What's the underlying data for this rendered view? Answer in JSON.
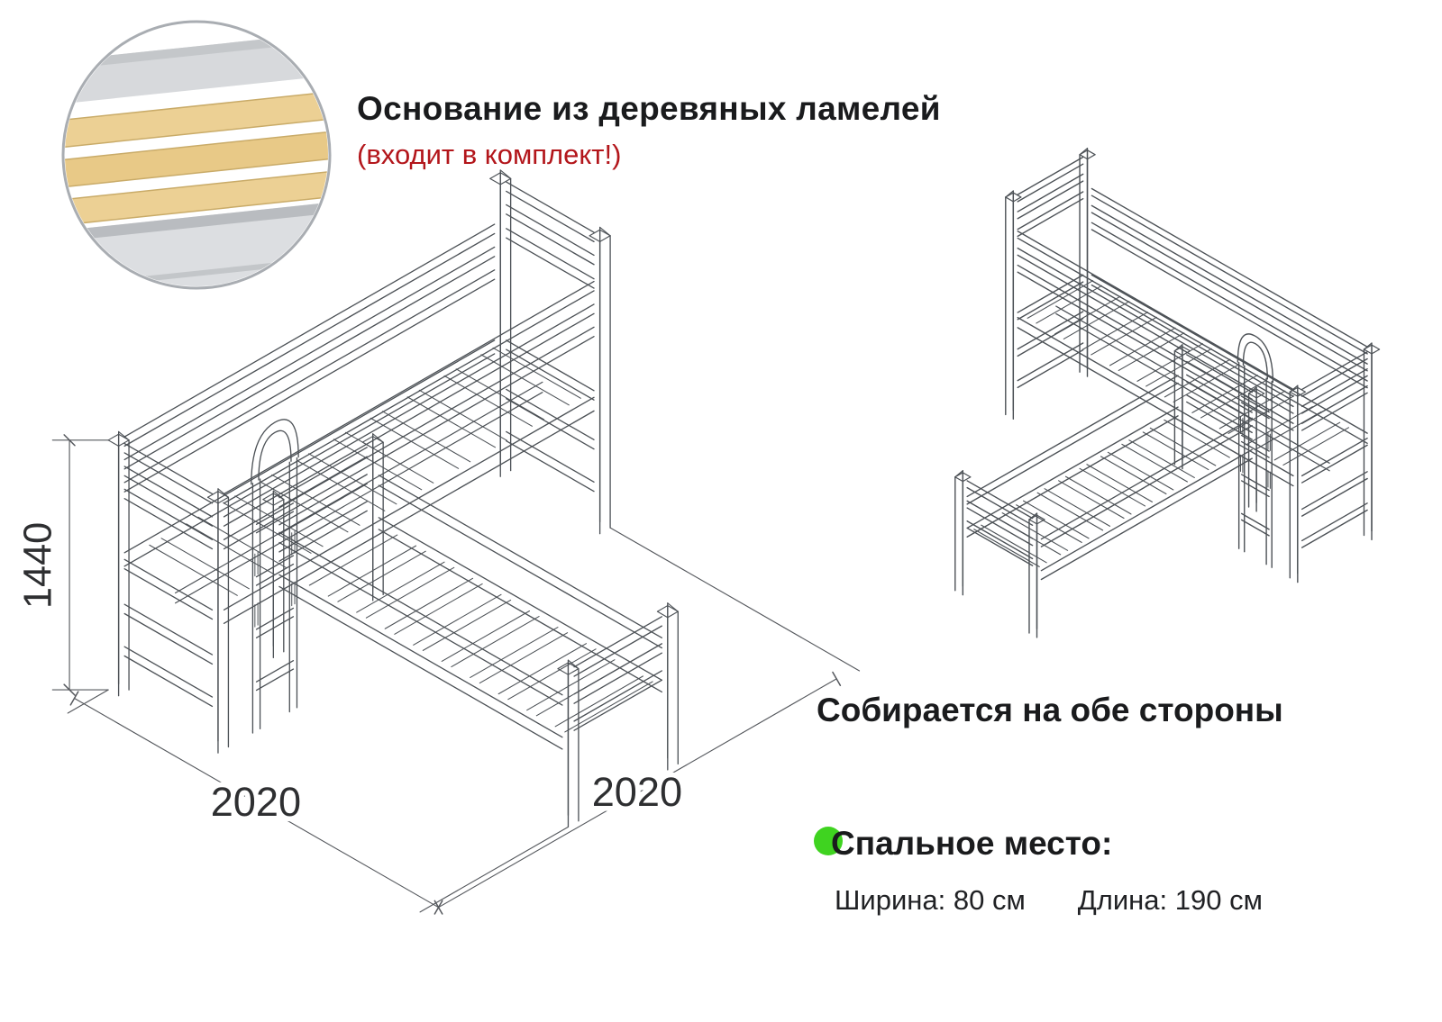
{
  "inset": {
    "title": "Основание из деревяных ламелей",
    "note": "(входит в комплект!)"
  },
  "diagram_left": {
    "dim_height": "1440",
    "dim_left": "2020",
    "dim_right": "2020"
  },
  "diagram_right": {
    "caption": "Собирается на обе стороны"
  },
  "sleeping_area": {
    "title": "Спальное место:",
    "width": "Ширина: 80 см",
    "length": "Длина: 190 см"
  },
  "colors": {
    "line": "#4c5156",
    "dim": "#55585d",
    "text": "#1a1b1d",
    "red": "#b3161b",
    "green": "#3fd320",
    "wood": "#ecd094",
    "wood_edge": "#c9ab68",
    "frame_gray": "#d7d9dc"
  }
}
